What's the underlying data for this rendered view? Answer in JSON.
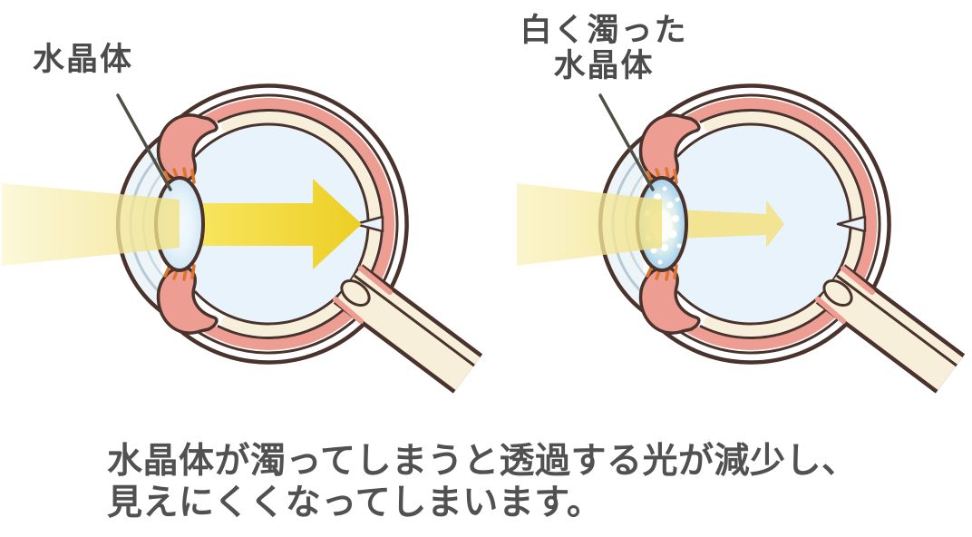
{
  "figure": {
    "left_eye": {
      "label": "水晶体"
    },
    "right_eye": {
      "label_line1": "白く濁った",
      "label_line2": "水晶体"
    },
    "caption": {
      "line1": "水晶体が濁ってしまうと透過する光が減少し、",
      "line2": "見えにくくなってしまいます。"
    }
  },
  "colors": {
    "outline_brown": "#4a332c",
    "sclera_white": "#ffffff",
    "choroid_pink": "#ee9d92",
    "retina_cream": "#f7efda",
    "vitreous_blue": "#e8f3fb",
    "cornea_fill": "#eef5f8",
    "lens_clear_edge": "#cfe6f4",
    "cloudy_lens_edge": "#a6d1ec",
    "cloudy_lens_center": "#fffff0",
    "zonule_orange": "#df742c",
    "beam_pale_yellow": "#f1e07e",
    "arrow_strong_yellow": "#edce24",
    "arrow_weak_yellow": "#f2e492",
    "label_text": "#4b4b4b",
    "caption_text": "#515151"
  }
}
